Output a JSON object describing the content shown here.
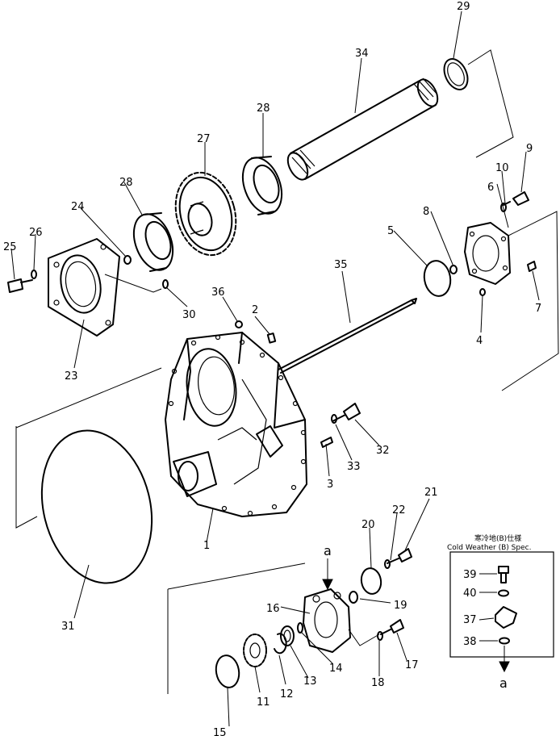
{
  "callouts": {
    "p1": "1",
    "p2": "2",
    "p3": "3",
    "p4": "4",
    "p5": "5",
    "p6": "6",
    "p7": "7",
    "p8": "8",
    "p9": "9",
    "p10": "10",
    "p11": "11",
    "p12": "12",
    "p13": "13",
    "p14": "14",
    "p15": "15",
    "p16": "16",
    "p17": "17",
    "p18": "18",
    "p19": "19",
    "p20": "20",
    "p21": "21",
    "p22": "22",
    "p23": "23",
    "p24": "24",
    "p25": "25",
    "p26": "26",
    "p27": "27",
    "p28a": "28",
    "p28b": "28",
    "p29": "29",
    "p30": "30",
    "p31": "31",
    "p32": "32",
    "p33": "33",
    "p34": "34",
    "p35": "35",
    "p36": "36"
  },
  "inset": {
    "title_jp": "寒冷地(B)仕様",
    "title_en": "Cold Weather (B) Spec.",
    "p39": "39",
    "p40": "40",
    "p37": "37",
    "p38": "38"
  },
  "ref_marks": {
    "main": "a",
    "inset": "a"
  }
}
